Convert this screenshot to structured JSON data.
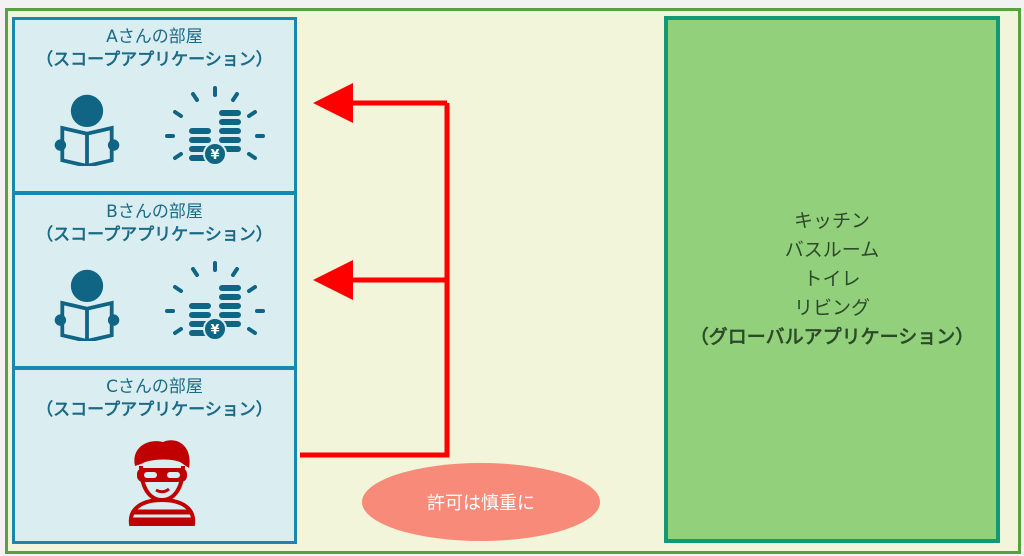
{
  "rooms": [
    {
      "title": "Aさんの部屋",
      "subtitle": "（スコープアプリケーション）",
      "icons": [
        "reading-person-icon",
        "coins-yen-icon"
      ]
    },
    {
      "title": "Bさんの部屋",
      "subtitle": "（スコープアプリケーション）",
      "icons": [
        "reading-person-icon",
        "coins-yen-icon"
      ]
    },
    {
      "title": "Cさんの部屋",
      "subtitle": "（スコープアプリケーション）",
      "icons": [
        "thief-icon"
      ]
    }
  ],
  "global": {
    "items": [
      "キッチン",
      "バスルーム",
      "トイレ",
      "リビング"
    ],
    "label": "（グローバルアプリケーション）"
  },
  "note": "許可は慎重に",
  "colors": {
    "arrow": "#ff0000",
    "room_border": "#1987b1",
    "global_fill": "#92d07c",
    "note_fill": "#f78a78",
    "thief": "#c00000"
  }
}
